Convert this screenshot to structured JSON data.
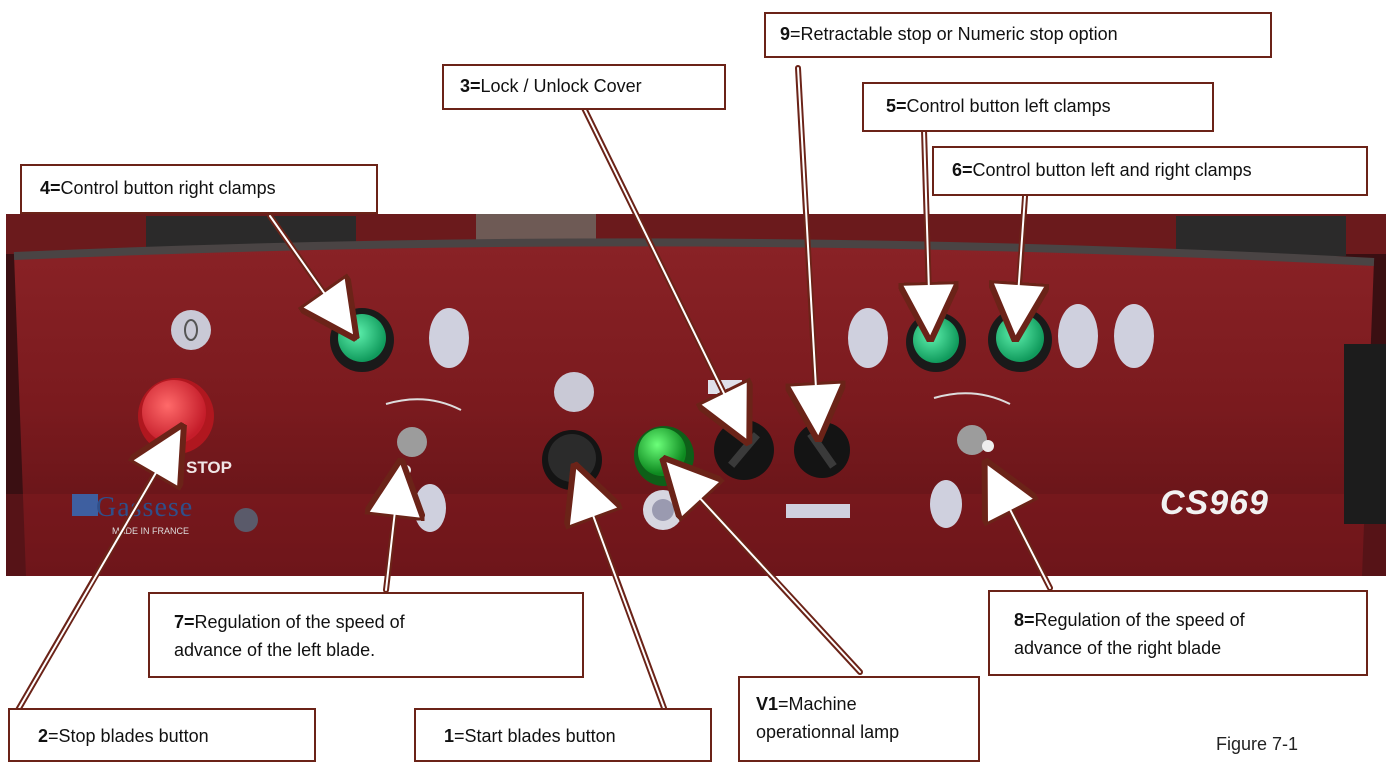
{
  "callouts": {
    "c9": {
      "num": "9",
      "sep": "=",
      "text": "Retractable stop or Numeric stop option"
    },
    "c3": {
      "num": "3=",
      "text": "Lock / Unlock Cover"
    },
    "c5": {
      "num": "5=",
      "text": "Control button left clamps"
    },
    "c4": {
      "num": "4=",
      "text": "Control button right clamps"
    },
    "c6": {
      "num": "6=",
      "text": "Control button left and right clamps"
    },
    "c7": {
      "num": "7=",
      "line1": "Regulation of the speed of",
      "line2": "advance of the left blade."
    },
    "c8": {
      "num": "8=",
      "line1": "Regulation of the speed of",
      "line2": "advance of the right blade"
    },
    "c2": {
      "num": "2",
      "sep": "=",
      "text": "Stop blades button"
    },
    "c1": {
      "num": "1",
      "sep": "=",
      "text": "Start blades button"
    },
    "cv1": {
      "num": "V1",
      "sep": "=",
      "line1": "Machine",
      "line2": "operationnal lamp"
    }
  },
  "panel": {
    "stop_label": "STOP",
    "brand": "Gassese",
    "made_in": "MADE IN FRANCE",
    "model": "CS969"
  },
  "figure_caption": "Figure 7-1",
  "colors": {
    "panel": "#7a1a1e",
    "callout_border": "#6b2318",
    "arrow": "#6b2318",
    "green_button": "#21c27a",
    "red_button": "#e8303c"
  }
}
